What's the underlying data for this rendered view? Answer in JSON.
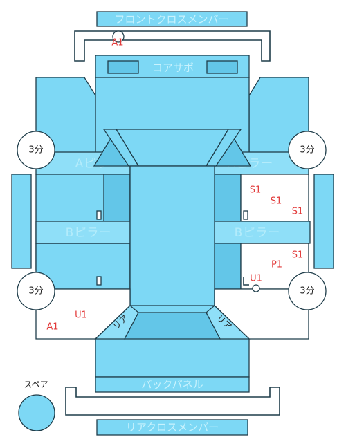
{
  "parts": {
    "front_cross_member": "フロントクロスメンバー",
    "core_support": "コアサポ",
    "a_pillar_left": "Aピラー",
    "a_pillar_right": "Aピラー",
    "b_pillar_left": "Bピラー",
    "b_pillar_right": "Bピラー",
    "back_panel": "バックパネル",
    "rear_cross_member": "リアクロスメンバー",
    "rear_corner_left": "リア",
    "rear_corner_right": "リア",
    "spare": "スペア"
  },
  "quarter_marks": [
    "3分",
    "3分",
    "3分",
    "3分"
  ],
  "damage_codes": {
    "front_member": "A1",
    "right_upper": [
      "S1",
      "S1",
      "S1"
    ],
    "right_lower": [
      "S1",
      "P1",
      "U1"
    ],
    "left_lower": [
      "U1",
      "A1"
    ]
  },
  "colors": {
    "panel": "#7dd8f5",
    "outline": "#1f3d4a",
    "code": "#e23b3b"
  }
}
